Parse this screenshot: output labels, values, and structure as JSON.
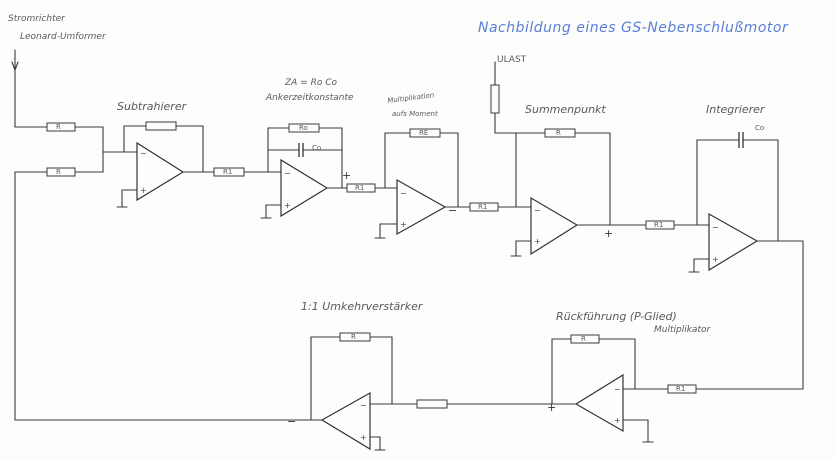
{
  "title": "Nachbildung eines GS-Nebenschlußmotor",
  "input": {
    "line1": "Stromrichter",
    "line2": "Leonard-Umformer"
  },
  "blocks": {
    "subtrahierer": "Subtrahierer",
    "anker_formula": "ZA = Ro Co",
    "anker_name": "Ankerzeitkonstante",
    "mult_line1": "Multiplikation",
    "mult_line2": "aufs Moment",
    "summenpunkt": "Summenpunkt",
    "integrierer": "Integrierer",
    "umkehr": "1:1 Umkehrverstärker",
    "rueck": "Rückführung (P-Glied)",
    "multiplikator": "Multiplikator"
  },
  "load": "ULAST",
  "components": {
    "r": "R",
    "r1": "R1",
    "ro": "Ro",
    "co": "Co",
    "re": "RE"
  },
  "signs": {
    "plus": "+",
    "minus": "−"
  }
}
